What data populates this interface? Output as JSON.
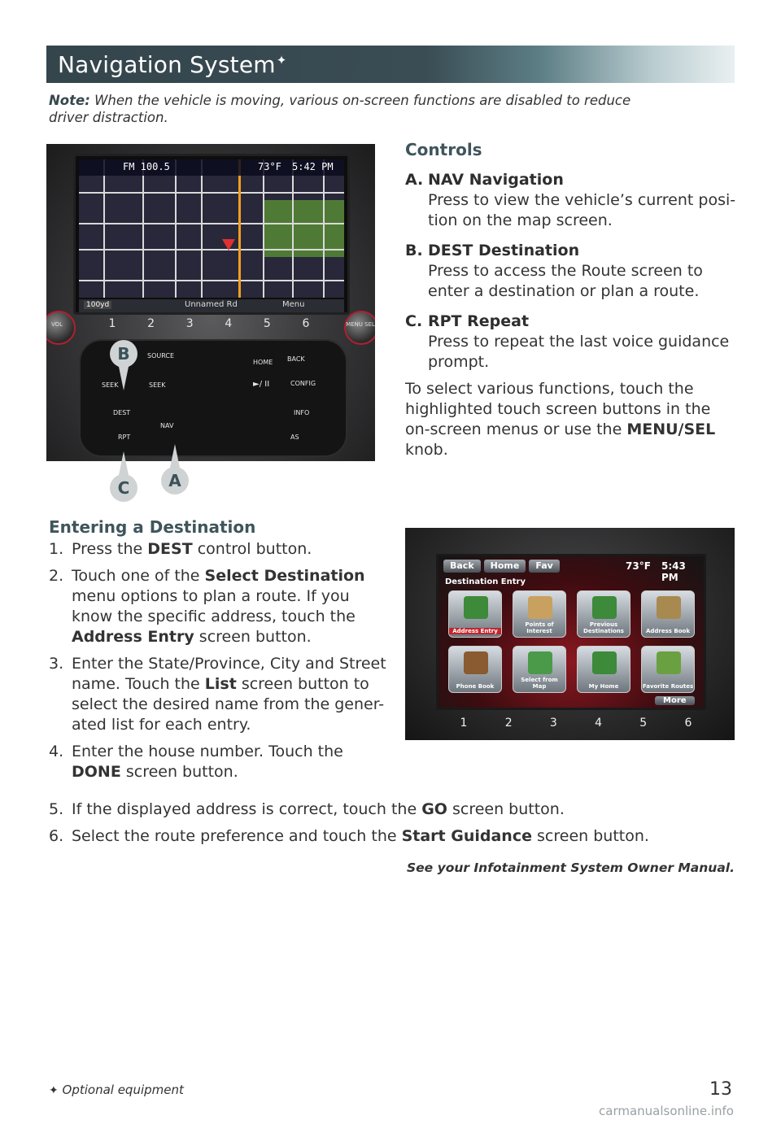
{
  "header": {
    "title": "Navigation System",
    "title_symbol": "✦"
  },
  "note": {
    "label": "Note:",
    "text": "When the vehicle is moving, various on-screen functions are disabled to reduce driver distraction."
  },
  "photo1": {
    "radio": "FM 100.5",
    "temp": "73°F",
    "time": "5:42 PM",
    "scale": "100yd",
    "road": "Unnamed Rd",
    "menu": "Menu",
    "presets": [
      "1",
      "2",
      "3",
      "4",
      "5",
      "6"
    ],
    "controls": {
      "source": "SOURCE",
      "home": "HOME",
      "back": "BACK",
      "seek_back": "SEEK",
      "seek_fwd": "SEEK",
      "play": "►/ II",
      "config": "CONFIG",
      "dest": "DEST",
      "nav": "NAV",
      "info": "INFO",
      "rpt": "RPT",
      "as": "AS",
      "vol": "VOL",
      "menu_sel": "MENU SEL"
    },
    "callouts": [
      "B",
      "C",
      "A"
    ]
  },
  "controls": {
    "heading": "Controls",
    "items": [
      {
        "letter": "A.",
        "title": "NAV Navigation",
        "desc": "Press to view the vehicle’s current posi- tion on the map screen."
      },
      {
        "letter": "B.",
        "title": "DEST Destination",
        "desc": "Press to access the Route screen to enter a destination or plan a route."
      },
      {
        "letter": "C.",
        "title": "RPT Repeat",
        "desc": "Press to repeat the last voice guidance prompt."
      }
    ],
    "para_pre": "To select various functions, touch the highlighted touch screen buttons in the on-screen menus or use the ",
    "para_bold": "MENU/SEL",
    "para_post": " knob."
  },
  "dest": {
    "heading": "Entering a Destination",
    "steps": [
      {
        "n": "1.",
        "pre": "Press the ",
        "bold": "DEST",
        "post": " control button."
      },
      {
        "n": "2.",
        "pre": "Touch one of the ",
        "bold": "Select Destination",
        "post": " menu options to plan a route. If you know the specific address, touch the ",
        "bold2": "Address Entry",
        "post2": " screen button."
      },
      {
        "n": "3.",
        "pre": "Enter the State/Province, City and Street name. Touch the ",
        "bold": "List",
        "post": " screen button to select the desired name from the gener- ated list for each entry."
      },
      {
        "n": "4.",
        "pre": "Enter the house number. Touch the ",
        "bold": "DONE",
        "post": " screen button."
      },
      {
        "n": "5.",
        "pre": "If the displayed address is correct, touch the ",
        "bold": "GO",
        "post": " screen button."
      },
      {
        "n": "6.",
        "pre": "Select the route preference and touch the ",
        "bold": "Start Guidance",
        "post": " screen button."
      }
    ]
  },
  "photo2": {
    "nav_buttons": [
      "Back",
      "Home",
      "Fav"
    ],
    "temp": "73°F",
    "time": "5:43 PM",
    "title": "Destination Entry",
    "tiles": [
      {
        "label": "Address Entry",
        "color": "#3c8a3a"
      },
      {
        "label": "Points of Interest",
        "color": "#c8a060"
      },
      {
        "label": "Previous Destinations",
        "color": "#3c8a3a"
      },
      {
        "label": "Address Book",
        "color": "#a88a50"
      },
      {
        "label": "Phone Book",
        "color": "#8a5a30"
      },
      {
        "label": "Select from Map",
        "color": "#4a9a4a"
      },
      {
        "label": "My Home",
        "color": "#3c8a3a"
      },
      {
        "label": "Favorite Routes",
        "color": "#6aa040"
      }
    ],
    "more": "More",
    "presets": [
      "1",
      "2",
      "3",
      "4",
      "5",
      "6"
    ]
  },
  "see_manual": "See your Infotainment System Owner Manual.",
  "footnote": {
    "symbol": "✦",
    "text": "Optional equipment"
  },
  "page_number": "13",
  "watermark": "carmanualsonline.info"
}
